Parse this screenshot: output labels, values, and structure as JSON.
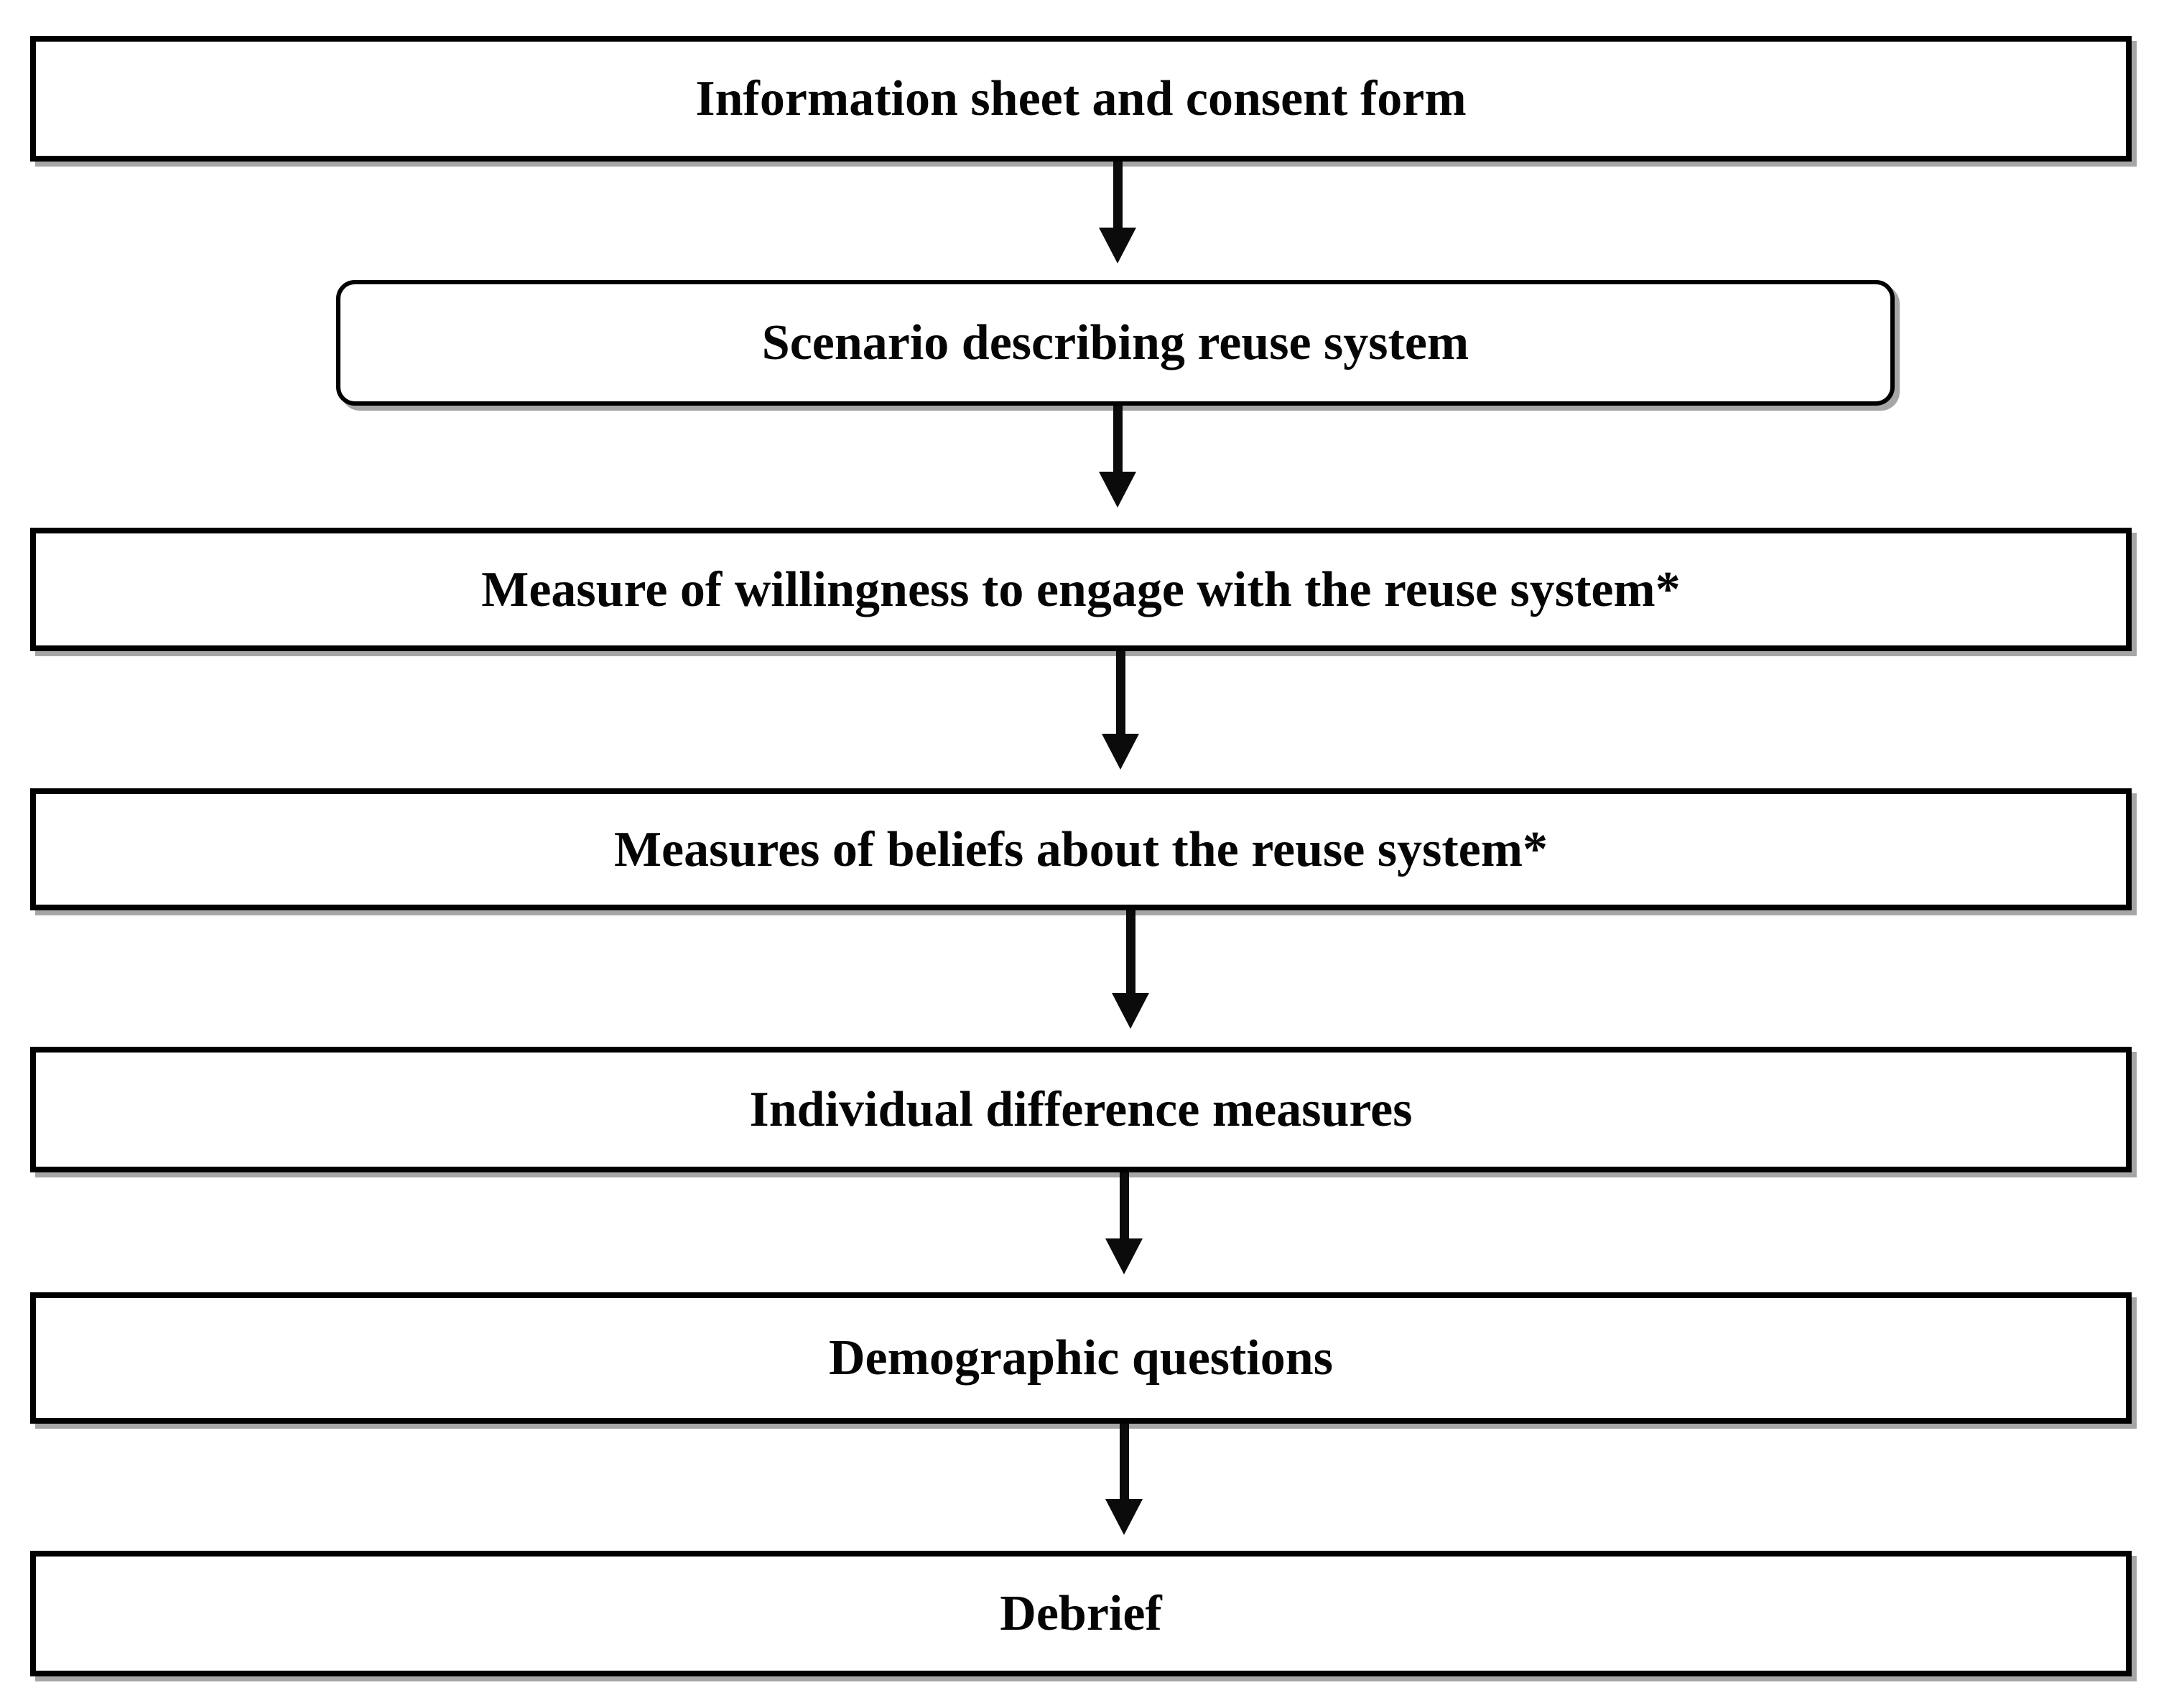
{
  "figure": {
    "type": "flowchart",
    "direction": "top-to-bottom",
    "background": "#ffffff",
    "colors": {
      "node_border": "#000000",
      "node_fill": "#ffffff",
      "node_text": "#050505",
      "node_shadow": "#a6a6a6",
      "arrow": "#0b0b0b"
    },
    "nodes": [
      {
        "id": "information-sheet",
        "label": "Information sheet and consent form",
        "shape": "rectangle"
      },
      {
        "id": "scenario",
        "label": "Scenario describing reuse system",
        "shape": "rounded-rectangle"
      },
      {
        "id": "willingness-measure",
        "label": "Measure of willingness to engage with the reuse system*",
        "shape": "rectangle"
      },
      {
        "id": "beliefs-measures",
        "label": "Measures of beliefs about the reuse system*",
        "shape": "rectangle"
      },
      {
        "id": "individual-differences",
        "label": "Individual difference measures",
        "shape": "rectangle"
      },
      {
        "id": "demographic-questions",
        "label": "Demographic questions",
        "shape": "rectangle"
      },
      {
        "id": "debrief",
        "label": "Debrief",
        "shape": "rectangle"
      }
    ],
    "edges": [
      {
        "from": "information-sheet",
        "to": "scenario",
        "style": "solid-arrow-down"
      },
      {
        "from": "scenario",
        "to": "willingness-measure",
        "style": "solid-arrow-down"
      },
      {
        "from": "willingness-measure",
        "to": "beliefs-measures",
        "style": "solid-arrow-down"
      },
      {
        "from": "beliefs-measures",
        "to": "individual-differences",
        "style": "solid-arrow-down"
      },
      {
        "from": "individual-differences",
        "to": "demographic-questions",
        "style": "solid-arrow-down"
      },
      {
        "from": "demographic-questions",
        "to": "debrief",
        "style": "solid-arrow-down"
      }
    ],
    "footnote_marker": "*"
  }
}
